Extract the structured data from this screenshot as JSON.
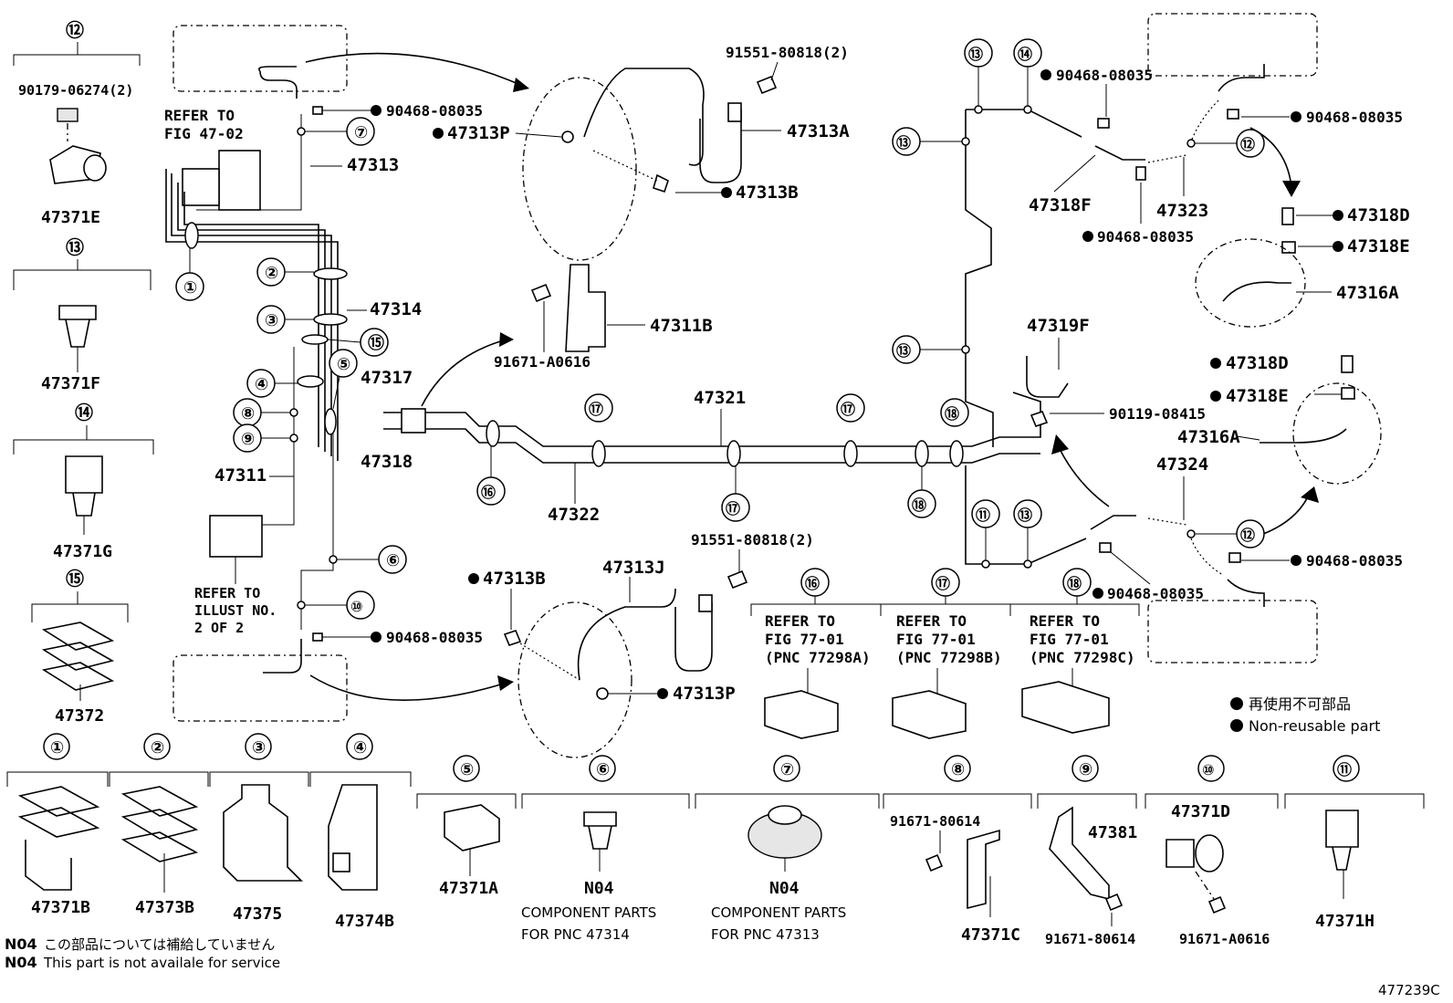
{
  "diagram_id": "477239C",
  "legend": {
    "jp": "再使用不可部品",
    "en": "Non-reusable part"
  },
  "footnotes": [
    {
      "code": "N04",
      "jp": "この部品については補給していません",
      "en": "This part is not availale for service"
    }
  ],
  "refer_notes": {
    "fig_47_02": [
      "REFER TO",
      "FIG 47-02"
    ],
    "illust_2": [
      "REFER TO",
      "ILLUST NO.",
      "2 OF 2"
    ],
    "item16": [
      "REFER TO",
      "FIG 77-01",
      "(PNC 77298A)"
    ],
    "item17": [
      "REFER TO",
      "FIG 77-01",
      "(PNC 77298B)"
    ],
    "item18": [
      "REFER TO",
      "FIG 77-01",
      "(PNC 77298C)"
    ]
  },
  "component_notes": {
    "item6": [
      "COMPONENT PARTS",
      "FOR PNC 47314"
    ],
    "item7": [
      "COMPONENT PARTS",
      "FOR PNC 47313"
    ]
  },
  "main_labels": {
    "p47313": "47313",
    "p47314": "47314",
    "p47317": "47317",
    "p47318": "47318",
    "p47311": "47311",
    "p47322": "47322",
    "p47321": "47321",
    "p47311B": "47311B",
    "p91671A0616a": "91671-A0616",
    "p47313A": "47313A",
    "p91551a": "91551-80818(2)",
    "p47313Pa": "47313P",
    "p47313Ba": "47313B",
    "p90468a": "90468-08035",
    "p90468b": "90468-08035",
    "p47313J": "47313J",
    "p91551b": "91551-80818(2)",
    "p47313Bb": "47313B",
    "p47313Pb": "47313P",
    "p47319F": "47319F",
    "p90119": "90119-08415",
    "p47318F": "47318F",
    "p47323": "47323",
    "p90468c": "90468-08035",
    "p90468d": "90468-08035",
    "p90468e": "90468-08035",
    "p47318Da": "47318D",
    "p47318Ea": "47318E",
    "p47316Aa": "47316A",
    "p47318Db": "47318D",
    "p47318Eb": "47318E",
    "p47316Ab": "47316A",
    "p47324": "47324",
    "p90468f": "90468-08035",
    "p90468g": "90468-08035"
  },
  "left_column": [
    {
      "num": "⑫",
      "pn": "90179-06274(2)",
      "part": "47371E"
    },
    {
      "num": "⑬",
      "pn": "",
      "part": "47371F"
    },
    {
      "num": "⑭",
      "pn": "",
      "part": "47371G"
    },
    {
      "num": "⑮",
      "pn": "",
      "part": "47372"
    }
  ],
  "bottom_row": [
    {
      "num": "①",
      "part": "47371B"
    },
    {
      "num": "②",
      "part": "47373B"
    },
    {
      "num": "③",
      "part": "47375"
    },
    {
      "num": "④",
      "part": "47374B"
    },
    {
      "num": "⑤",
      "part": "47371A"
    },
    {
      "num": "⑥",
      "part": "N04"
    },
    {
      "num": "⑦",
      "part": "N04"
    },
    {
      "num": "⑧",
      "part": "47371C",
      "extra": "91671-80614"
    },
    {
      "num": "⑨",
      "part": "47381",
      "extra": "91671-80614"
    },
    {
      "num": "⑩",
      "part": "47371D",
      "extra": "91671-A0616"
    },
    {
      "num": "⑪",
      "part": "47371H"
    }
  ],
  "ref_items": [
    {
      "num": "⑯"
    },
    {
      "num": "⑰"
    },
    {
      "num": "⑱"
    }
  ],
  "callouts": {
    "c1": "①",
    "c2": "②",
    "c3": "③",
    "c4": "④",
    "c5": "⑤",
    "c6": "⑥",
    "c7": "⑦",
    "c8": "⑧",
    "c9": "⑨",
    "c10": "⑩",
    "c11": "⑪",
    "c12a": "⑫",
    "c12b": "⑫",
    "c13a": "⑬",
    "c13b": "⑬",
    "c13c": "⑬",
    "c13d": "⑬",
    "c14": "⑭",
    "c15": "⑮",
    "c16": "⑯",
    "c17a": "⑰",
    "c17b": "⑰",
    "c17c": "⑰",
    "c18a": "⑱",
    "c18b": "⑱"
  }
}
